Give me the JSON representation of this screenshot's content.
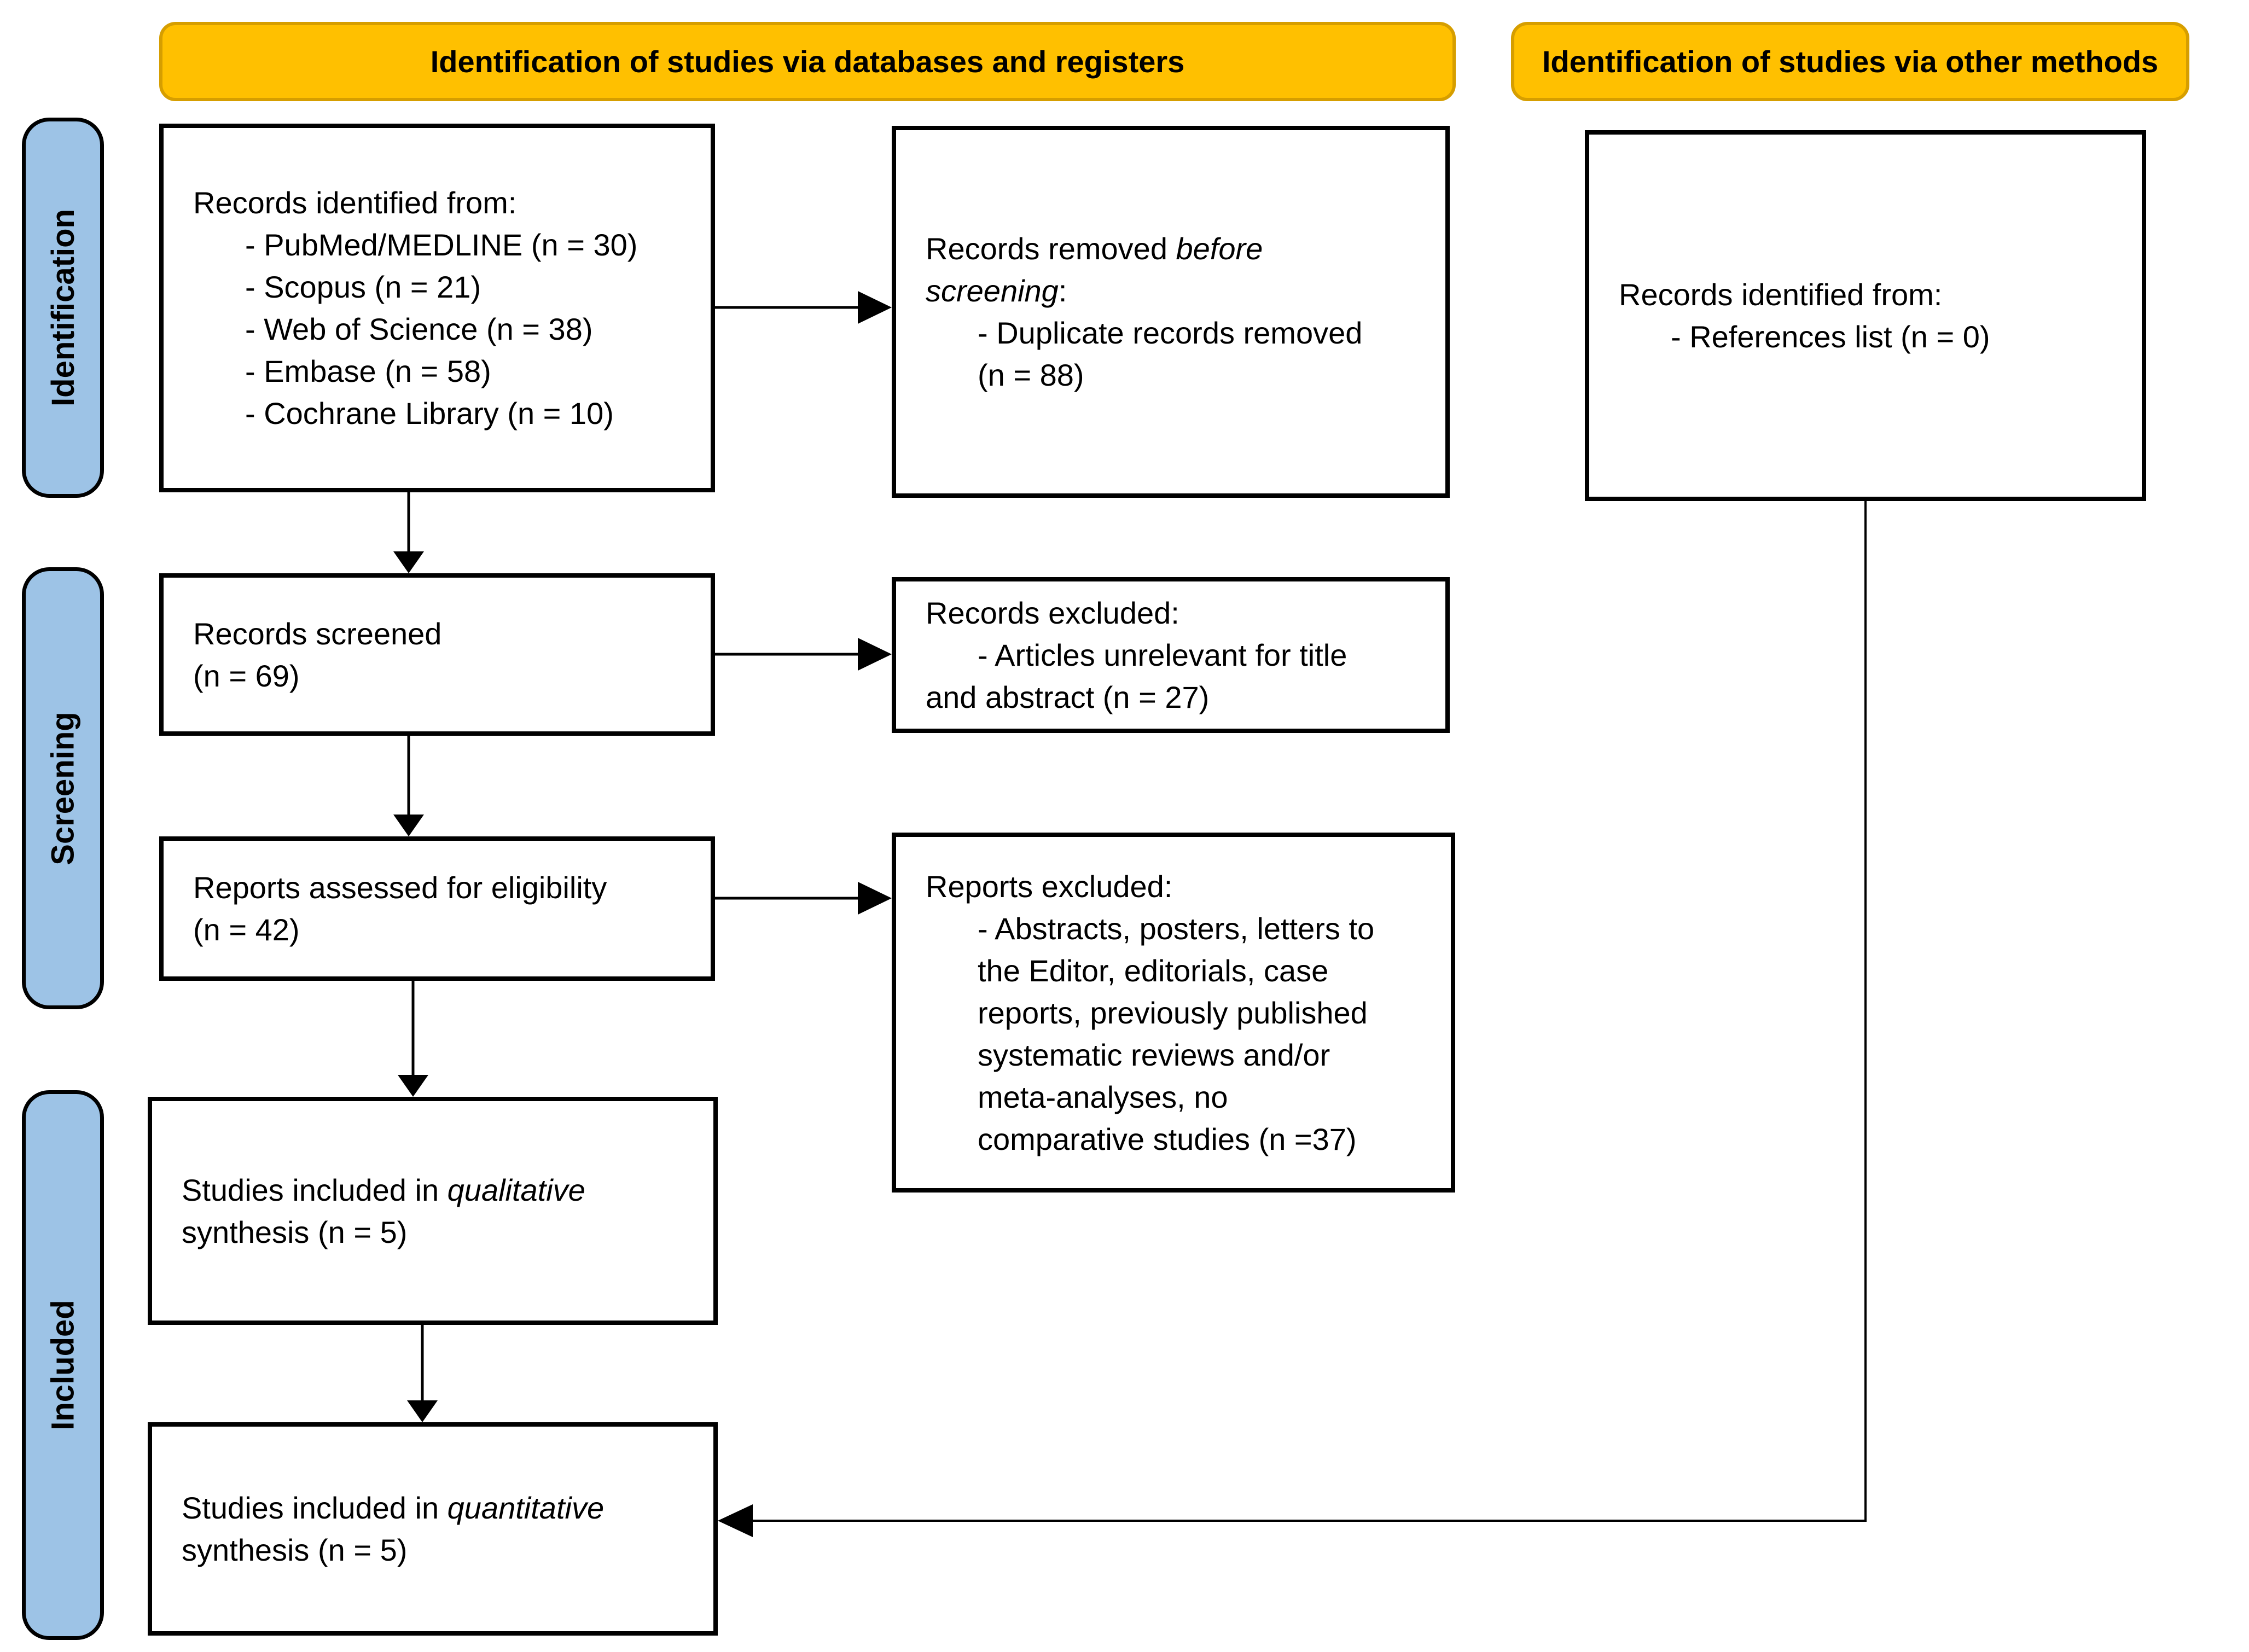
{
  "banners": {
    "databases": "Identification of studies via databases and registers",
    "other": "Identification of studies via other methods"
  },
  "stages": {
    "identification": "Identification",
    "screening": "Screening",
    "included": "Included"
  },
  "colors": {
    "banner_fill": "#FFC000",
    "banner_border": "#D69E00",
    "stage_fill": "#9DC3E6",
    "box_border": "#000000",
    "arrow": "#000000"
  },
  "boxes": {
    "records_identified": {
      "lines": [
        {
          "indent": 0,
          "segs": [
            {
              "t": "Records identified from:"
            }
          ]
        },
        {
          "indent": 1,
          "segs": [
            {
              "t": "- PubMed/MEDLINE (n = 30)"
            }
          ]
        },
        {
          "indent": 1,
          "segs": [
            {
              "t": "- Scopus (n = 21)"
            }
          ]
        },
        {
          "indent": 1,
          "segs": [
            {
              "t": "- Web of Science (n = 38)"
            }
          ]
        },
        {
          "indent": 1,
          "segs": [
            {
              "t": "- Embase (n = 58)"
            }
          ]
        },
        {
          "indent": 1,
          "segs": [
            {
              "t": "- Cochrane Library (n = 10)"
            }
          ]
        }
      ]
    },
    "records_removed": {
      "lines": [
        {
          "indent": 0,
          "segs": [
            {
              "t": "Records removed "
            },
            {
              "t": "before",
              "i": true
            }
          ]
        },
        {
          "indent": 0,
          "segs": [
            {
              "t": "screening",
              "i": true
            },
            {
              "t": ":"
            }
          ]
        },
        {
          "indent": 1,
          "segs": [
            {
              "t": "- Duplicate records removed"
            }
          ]
        },
        {
          "indent": 1,
          "segs": [
            {
              "t": "(n = 88)"
            }
          ]
        }
      ]
    },
    "records_other_methods": {
      "lines": [
        {
          "indent": 0,
          "segs": [
            {
              "t": "Records identified from:"
            }
          ]
        },
        {
          "indent": 1,
          "segs": [
            {
              "t": "- References list (n = 0)"
            }
          ]
        }
      ]
    },
    "records_screened": {
      "lines": [
        {
          "indent": 0,
          "segs": [
            {
              "t": "Records screened"
            }
          ]
        },
        {
          "indent": 0,
          "segs": [
            {
              "t": "(n = 69)"
            }
          ]
        }
      ]
    },
    "records_excluded": {
      "lines": [
        {
          "indent": 0,
          "segs": [
            {
              "t": "Records excluded:"
            }
          ]
        },
        {
          "indent": 1,
          "segs": [
            {
              "t": "- Articles unrelevant for title"
            }
          ]
        },
        {
          "indent": 0,
          "segs": [
            {
              "t": "and abstract (n = 27)"
            }
          ]
        }
      ]
    },
    "reports_assessed": {
      "lines": [
        {
          "indent": 0,
          "segs": [
            {
              "t": "Reports assessed for eligibility"
            }
          ]
        },
        {
          "indent": 0,
          "segs": [
            {
              "t": "(n = 42)"
            }
          ]
        }
      ]
    },
    "reports_excluded": {
      "lines": [
        {
          "indent": 0,
          "segs": [
            {
              "t": "Reports excluded:"
            }
          ]
        },
        {
          "indent": 1,
          "segs": [
            {
              "t": "- Abstracts, posters, letters to"
            }
          ]
        },
        {
          "indent": 1,
          "segs": [
            {
              "t": "the Editor, editorials, case"
            }
          ]
        },
        {
          "indent": 1,
          "segs": [
            {
              "t": "reports, previously published"
            }
          ]
        },
        {
          "indent": 1,
          "segs": [
            {
              "t": "systematic reviews and/or"
            }
          ]
        },
        {
          "indent": 1,
          "segs": [
            {
              "t": "meta-analyses, no"
            }
          ]
        },
        {
          "indent": 1,
          "segs": [
            {
              "t": "comparative studies (n =37)"
            }
          ]
        }
      ]
    },
    "qualitative_synthesis": {
      "lines": [
        {
          "indent": 0,
          "segs": [
            {
              "t": "Studies included in "
            },
            {
              "t": "qualitative",
              "i": true
            }
          ]
        },
        {
          "indent": 0,
          "segs": [
            {
              "t": "synthesis (n = 5)"
            }
          ]
        }
      ]
    },
    "quantitative_synthesis": {
      "lines": [
        {
          "indent": 0,
          "segs": [
            {
              "t": "Studies included in "
            },
            {
              "t": "quantitative",
              "i": true
            }
          ]
        },
        {
          "indent": 0,
          "segs": [
            {
              "t": "synthesis (n = 5)"
            }
          ]
        }
      ]
    }
  }
}
